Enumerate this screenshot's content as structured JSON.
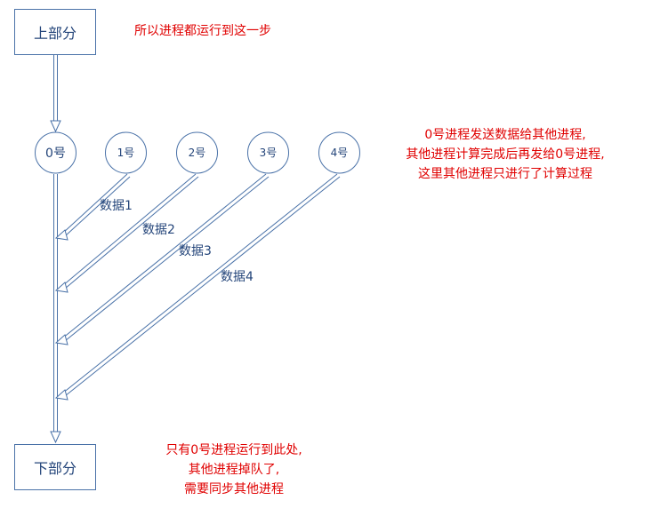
{
  "top_box": "上部分",
  "bottom_box": "下部分",
  "top_note": "所以进程都运行到这一步",
  "right_note": [
    "0号进程发送数据给其他进程,",
    "其他进程计算完成后再发给0号进程,",
    "这里其他进程只进行了计算过程"
  ],
  "bottom_note": [
    "只有0号进程运行到此处,",
    "其他进程掉队了,",
    "需要同步其他进程"
  ],
  "processes": [
    "0号",
    "1号",
    "2号",
    "3号",
    "4号"
  ],
  "data_labels": [
    "数据1",
    "数据2",
    "数据3",
    "数据4"
  ],
  "colors": {
    "line": "#4a72a8",
    "label": "#24457a",
    "note": "#e00000"
  }
}
